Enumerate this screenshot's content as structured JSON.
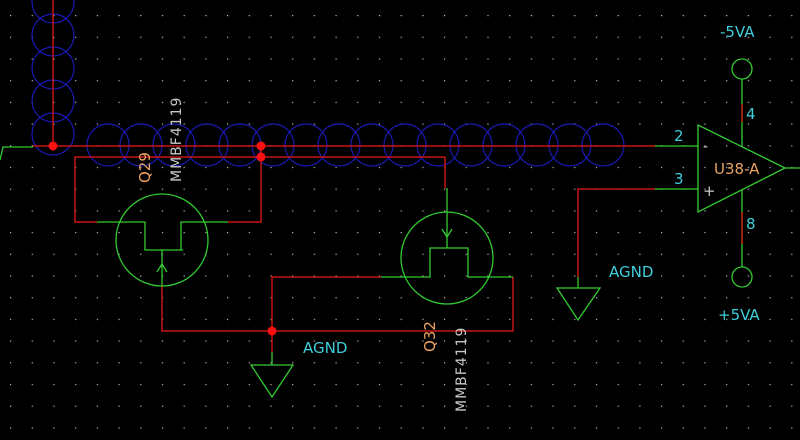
{
  "colors": {
    "background": "#000000",
    "wire": "#c81414",
    "symbol": "#33cc33",
    "highlight": "#1a1ab4",
    "junction": "#ff1010",
    "net_label": "#3ecfdc",
    "reference": "#e9a262",
    "value": "#c8c8c8"
  },
  "components": {
    "q29": {
      "reference": "Q29",
      "value": "MMBF4119"
    },
    "q32": {
      "reference": "Q32",
      "value": "MMBF4119"
    },
    "u38": {
      "reference": "U38-A",
      "pin_inverting": "2",
      "pin_noninverting": "3",
      "pin_top": "4",
      "pin_bottom": "8",
      "minus_sign": "-",
      "plus_sign": "+"
    }
  },
  "power": {
    "neg_supply": "-5VA",
    "pos_supply": "+5VA",
    "gnd_left": "AGND",
    "gnd_right": "AGND"
  }
}
